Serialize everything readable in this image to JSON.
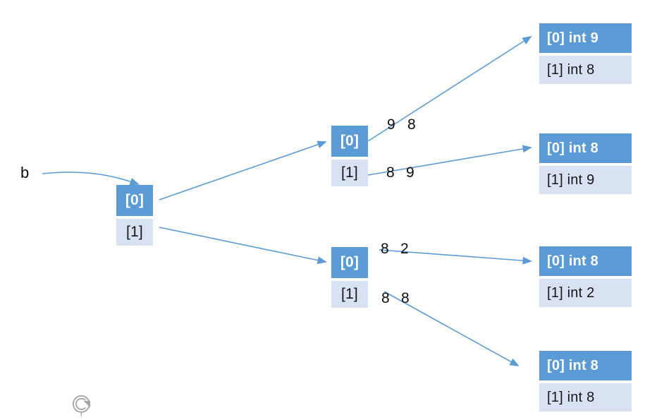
{
  "diagram": {
    "title": "Pointer / array-of-arrays memory diagram",
    "type": "tree",
    "colors": {
      "accent": "#5b9bd5",
      "cell_light": "#d9e2f3",
      "edge": "#5b9bd5",
      "text": "#0d0d0d",
      "watermark": "#a6a6a6"
    },
    "root_label": "b",
    "nodes": {
      "root": {
        "name": "root-array",
        "cells": [
          {
            "label": "[0]"
          },
          {
            "label": "[1]"
          }
        ]
      },
      "mid_top": {
        "name": "mid-array-top",
        "cells": [
          {
            "label": "[0]"
          },
          {
            "label": "[1]"
          }
        ]
      },
      "mid_bottom": {
        "name": "mid-array-bottom",
        "cells": [
          {
            "label": "[0]"
          },
          {
            "label": "[1]"
          }
        ]
      },
      "leaf_1": {
        "name": "leaf-array-1",
        "cells": [
          {
            "label": "[0] int 9"
          },
          {
            "label": "[1] int 8"
          }
        ]
      },
      "leaf_2": {
        "name": "leaf-array-2",
        "cells": [
          {
            "label": "[0] int 8"
          },
          {
            "label": "[1] int 9"
          }
        ]
      },
      "leaf_3": {
        "name": "leaf-array-3",
        "cells": [
          {
            "label": "[0] int 8"
          },
          {
            "label": "[1] int 2"
          }
        ]
      },
      "leaf_4": {
        "name": "leaf-array-4",
        "cells": [
          {
            "label": "[0] int 8"
          },
          {
            "label": "[1] int 8"
          }
        ]
      }
    },
    "edge_labels": {
      "mid_top_0_left": "9",
      "mid_top_0_right": "8",
      "mid_top_1_left": "8",
      "mid_top_1_right": "9",
      "mid_bottom_0_left": "8",
      "mid_bottom_0_right": "2",
      "mid_bottom_1_left": "8",
      "mid_bottom_1_right": "8"
    },
    "watermark": {
      "name": "watermark-logo"
    }
  }
}
